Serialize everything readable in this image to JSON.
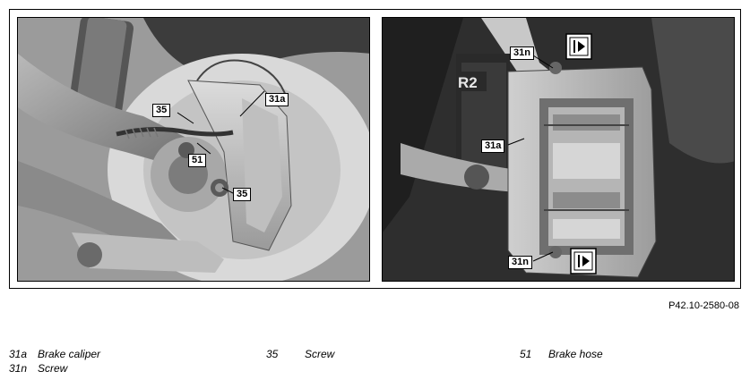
{
  "figure": {
    "left_callouts": [
      "35",
      "31a",
      "51",
      "35"
    ],
    "right_callouts": [
      "31n",
      "31a",
      "31n"
    ],
    "part_marking": "R2",
    "reference": "P42.10-2580-08"
  },
  "legend": [
    {
      "code": "31a",
      "desc": "Brake caliper"
    },
    {
      "code": "31n",
      "desc": "Screw"
    },
    {
      "code": "35",
      "desc": "Screw"
    },
    {
      "code": "51",
      "desc": "Brake hose"
    }
  ]
}
